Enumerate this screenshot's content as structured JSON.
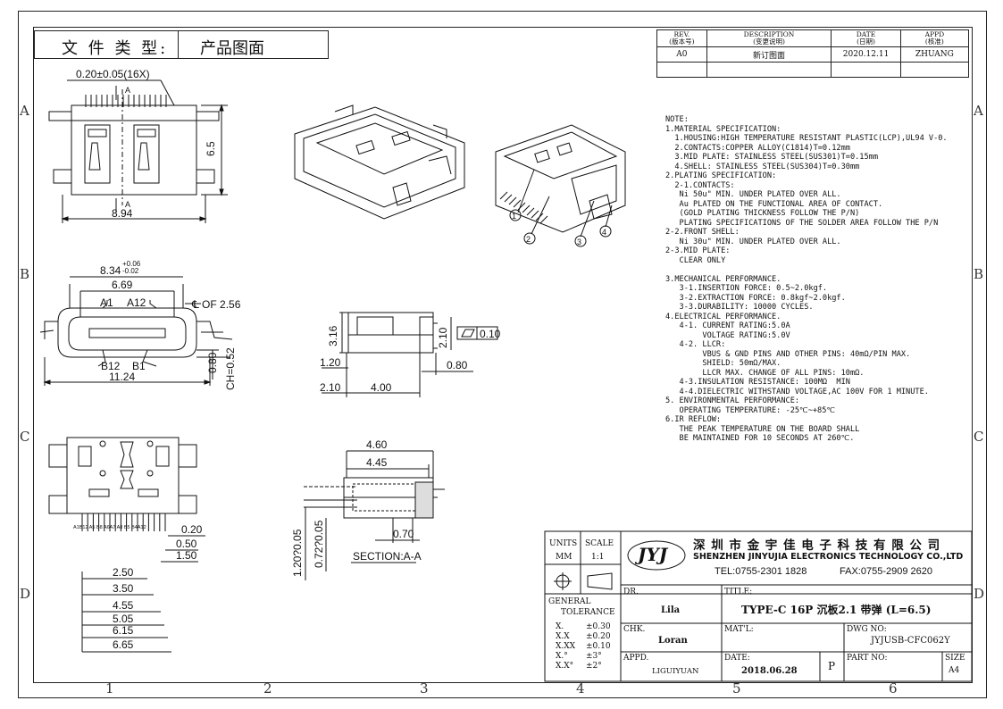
{
  "file_type": {
    "label": "文 件 类 型:",
    "value": "产品图面"
  },
  "zones": {
    "cols": [
      "1",
      "2",
      "3",
      "4",
      "5",
      "6"
    ],
    "rows": [
      "A",
      "B",
      "C",
      "D"
    ]
  },
  "revision": {
    "headers": [
      {
        "en": "REV.",
        "zh": "(版本号)"
      },
      {
        "en": "DESCRIPTION",
        "zh": "(变更说明)"
      },
      {
        "en": "DATE",
        "zh": "(日期)"
      },
      {
        "en": "APPD",
        "zh": "(核准)"
      }
    ],
    "row": {
      "rev": "A0",
      "desc": "新订图面",
      "date": "2020.12.11",
      "appd": "ZHUANG"
    }
  },
  "notes": [
    "NOTE:",
    "1.MATERIAL SPECIFICATION:",
    "  1.HOUSING:HIGH TEMPERATURE RESISTANT PLASTIC(LCP),UL94 V-0.",
    "  2.CONTACTS:COPPER ALLOY(C1814)T=0.12mm",
    "  3.MID PLATE: STAINLESS STEEL(SUS301)T=0.15mm",
    "  4.SHELL: STAINLESS STEEL(SUS304)T=0.30mm",
    "2.PLATING SPECIFICATION:",
    "  2-1.CONTACTS:",
    "   Ni 50u\" MIN. UNDER PLATED OVER ALL.",
    "   Au PLATED ON THE FUNCTIONAL AREA OF CONTACT.",
    "   (GOLD PLATING THICKNESS FOLLOW THE P/N)",
    "   PLATING SPECIFICATIONS OF THE SOLDER AREA FOLLOW THE P/N",
    "2-2.FRONT SHELL:",
    "   Ni 30u\" MIN. UNDER PLATED OVER ALL.",
    "2-3.MID PLATE:",
    "   CLEAR ONLY",
    "",
    "3.MECHANICAL PERFORMANCE.",
    "   3-1.INSERTION FORCE: 0.5~2.0kgf.",
    "   3-2.EXTRACTION FORCE: 0.8kgf~2.0kgf.",
    "   3-3.DURABILITY: 10000 CYCLES.",
    "4.ELECTRICAL PERFORMANCE.",
    "   4-1. CURRENT RATING:5.0A",
    "        VOLTAGE RATING:5.0V",
    "   4-2. LLCR:",
    "        VBUS & GND PINS AND OTHER PINS: 40mΩ/PIN MAX.",
    "        SHIELD: 50mΩ/MAX.",
    "        LLCR MAX. CHANGE OF ALL PINS: 10mΩ.",
    "   4-3.INSULATION RESISTANCE: 100MΩ  MIN",
    "   4-4.DIELECTRIC WITHSTAND VOLTAGE,AC 100V FOR 1 MINUTE.",
    "5. ENVIRONMENTAL PERFORMANCE:",
    "   OPERATING TEMPERATURE: -25℃~+85℃",
    "6.IR REFLOW:",
    "   THE PEAK TEMPERATURE ON THE BOARD SHALL",
    "   BE MAINTAINED FOR 10 SECONDS AT 260℃."
  ],
  "dims": {
    "top_pitch": "0.20±0.05(16X)",
    "height_65": "6.5",
    "width_894": "8.94",
    "width_834": "8.34",
    "tol_plus": "+0.06",
    "tol_minus": "-0.02",
    "width_669": "6.69",
    "a1": "A1",
    "a12": "A12",
    "b12": "B12",
    "b1": "B1",
    "cl": "℄ OF 2.56",
    "width_1124": "11.24",
    "d080": "0.80",
    "ch": "CH=0.52",
    "side_316": "3.16",
    "side_120": "1.20",
    "side_210a": "2.10",
    "side_210b": "2.10",
    "side_400": "4.00",
    "side_080": "0.80",
    "flat": "0.10",
    "sec_460": "4.60",
    "sec_445": "4.45",
    "sec_070": "0.70",
    "sec_120": "1.20",
    "sec_205": "?0.05",
    "sec_072": "0.72",
    "sec_005": "?0.05",
    "section_label": "SECTION:A-A",
    "bot_020": "0.20",
    "bot_050": "0.50",
    "bot_150": "1.50",
    "bot_250": "2.50",
    "bot_350": "3.50",
    "bot_455": "4.55",
    "bot_505": "5.05",
    "bot_615": "6.15",
    "bot_665": "6.65",
    "section_mark": "A",
    "pin_labels": "A1B12  A5  B8  A6A7  A8  B5  B4A12",
    "callouts": [
      "1",
      "2",
      "3",
      "4"
    ]
  },
  "title_block": {
    "units_label": "UNITS",
    "units_value": "MM",
    "scale_label": "SCALE",
    "scale_value": "1:1",
    "logo": "JYJ",
    "company_cn": "深 圳 市 金 宇 佳 电 子 科 技 有 限 公 司",
    "company_en": "SHENZHEN JINYUJIA ELECTRONICS TECHNOLOGY CO.,LTD",
    "tel": "TEL:0755-2301 1828",
    "fax": "FAX:0755-2909 2620",
    "dr_label": "DR.",
    "dr_value": "Lila",
    "title_label": "TITLE:",
    "title_value": "TYPE-C 16P 沉板2.1 带弹 (L=6.5)",
    "general": "GENERAL",
    "tolerance": "TOLERANCE",
    "tol_rows": [
      {
        "k": "X.",
        "v": "±0.30"
      },
      {
        "k": "X.X",
        "v": "±0.20"
      },
      {
        "k": "X.XX",
        "v": "±0.10"
      },
      {
        "k": "X.°",
        "v": "±3°"
      },
      {
        "k": "X.X°",
        "v": "±2°"
      }
    ],
    "chk_label": "CHK.",
    "chk_value": "Loran",
    "matl_label": "MAT'L:",
    "dwg_label": "DWG NO:",
    "dwg_value": "JYJUSB-CFC062Y",
    "appd_label": "APPD.",
    "appd_value": "LIGUIYUAN",
    "date_label": "DATE:",
    "date_value": "2018.06.28",
    "p": "P",
    "part_label": "PART NO:",
    "size_label": "SIZE",
    "size_value": "A4"
  }
}
